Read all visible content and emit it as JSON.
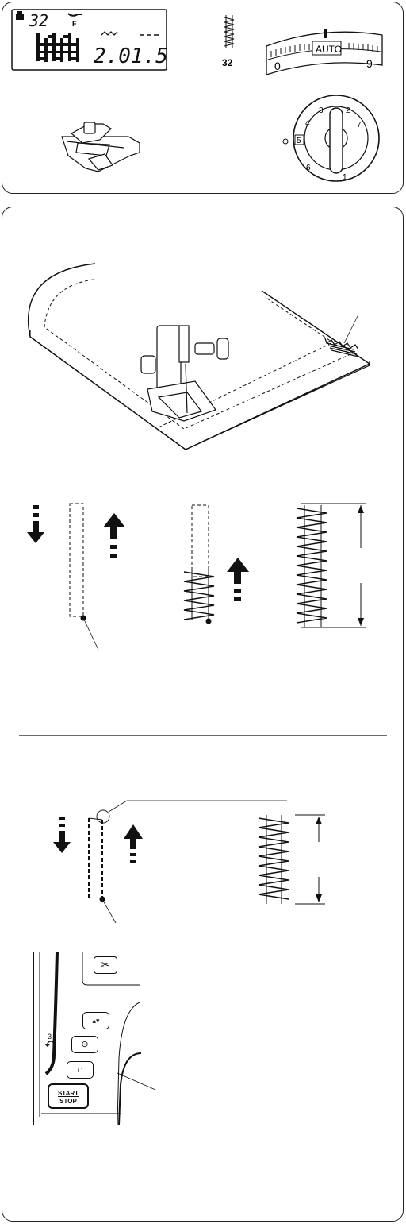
{
  "lcd": {
    "pattern_number": "32",
    "foot_letter": "F",
    "width_value": "2.0",
    "length_value": "1.5"
  },
  "stitch_icon": {
    "number": "32"
  },
  "tension_dial": {
    "auto_label": "AUTO",
    "min_label": "0",
    "max_label": "9"
  },
  "pressure_dial": {
    "numbers": [
      "1",
      "2",
      "3",
      "4",
      "5",
      "6",
      "7"
    ],
    "current": "5"
  },
  "speed_panel": {
    "reverse_mode_number": "3",
    "start_stop_line1": "START",
    "start_stop_line2": "STOP"
  },
  "icons": {
    "scissors": "thread-cutter-icon",
    "needle_up_down": "needle-up-down-icon",
    "lock_stitch": "lock-stitch-icon",
    "reverse": "reverse-stitch-icon"
  }
}
